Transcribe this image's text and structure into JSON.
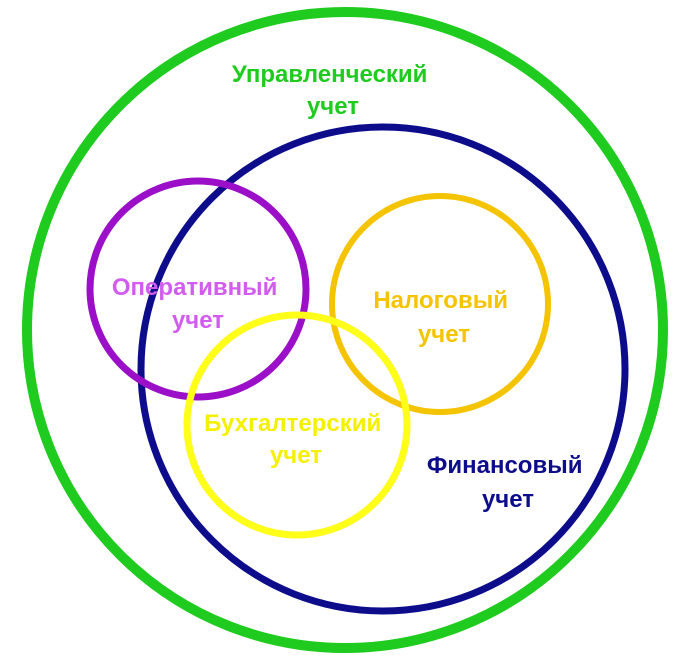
{
  "diagram": {
    "sets": [
      {
        "key": "management",
        "color": "#1ecb1e",
        "label_lines": [
          "Управленческий",
          "учет"
        ]
      },
      {
        "key": "financial",
        "color": "#0d0d8c",
        "label_lines": [
          "Финансовый",
          "учет"
        ]
      },
      {
        "key": "operational",
        "color": "#9a0fc7",
        "label_color": "#d35cf0",
        "label_lines": [
          "Оперативный",
          "учет"
        ]
      },
      {
        "key": "tax",
        "color": "#f5c400",
        "label_lines": [
          "Налоговый",
          "учет"
        ]
      },
      {
        "key": "bookkeeping",
        "color": "#ffff1a",
        "label_color": "#f5f000",
        "label_lines": [
          "Бухгалтерский",
          "учет"
        ]
      }
    ]
  }
}
